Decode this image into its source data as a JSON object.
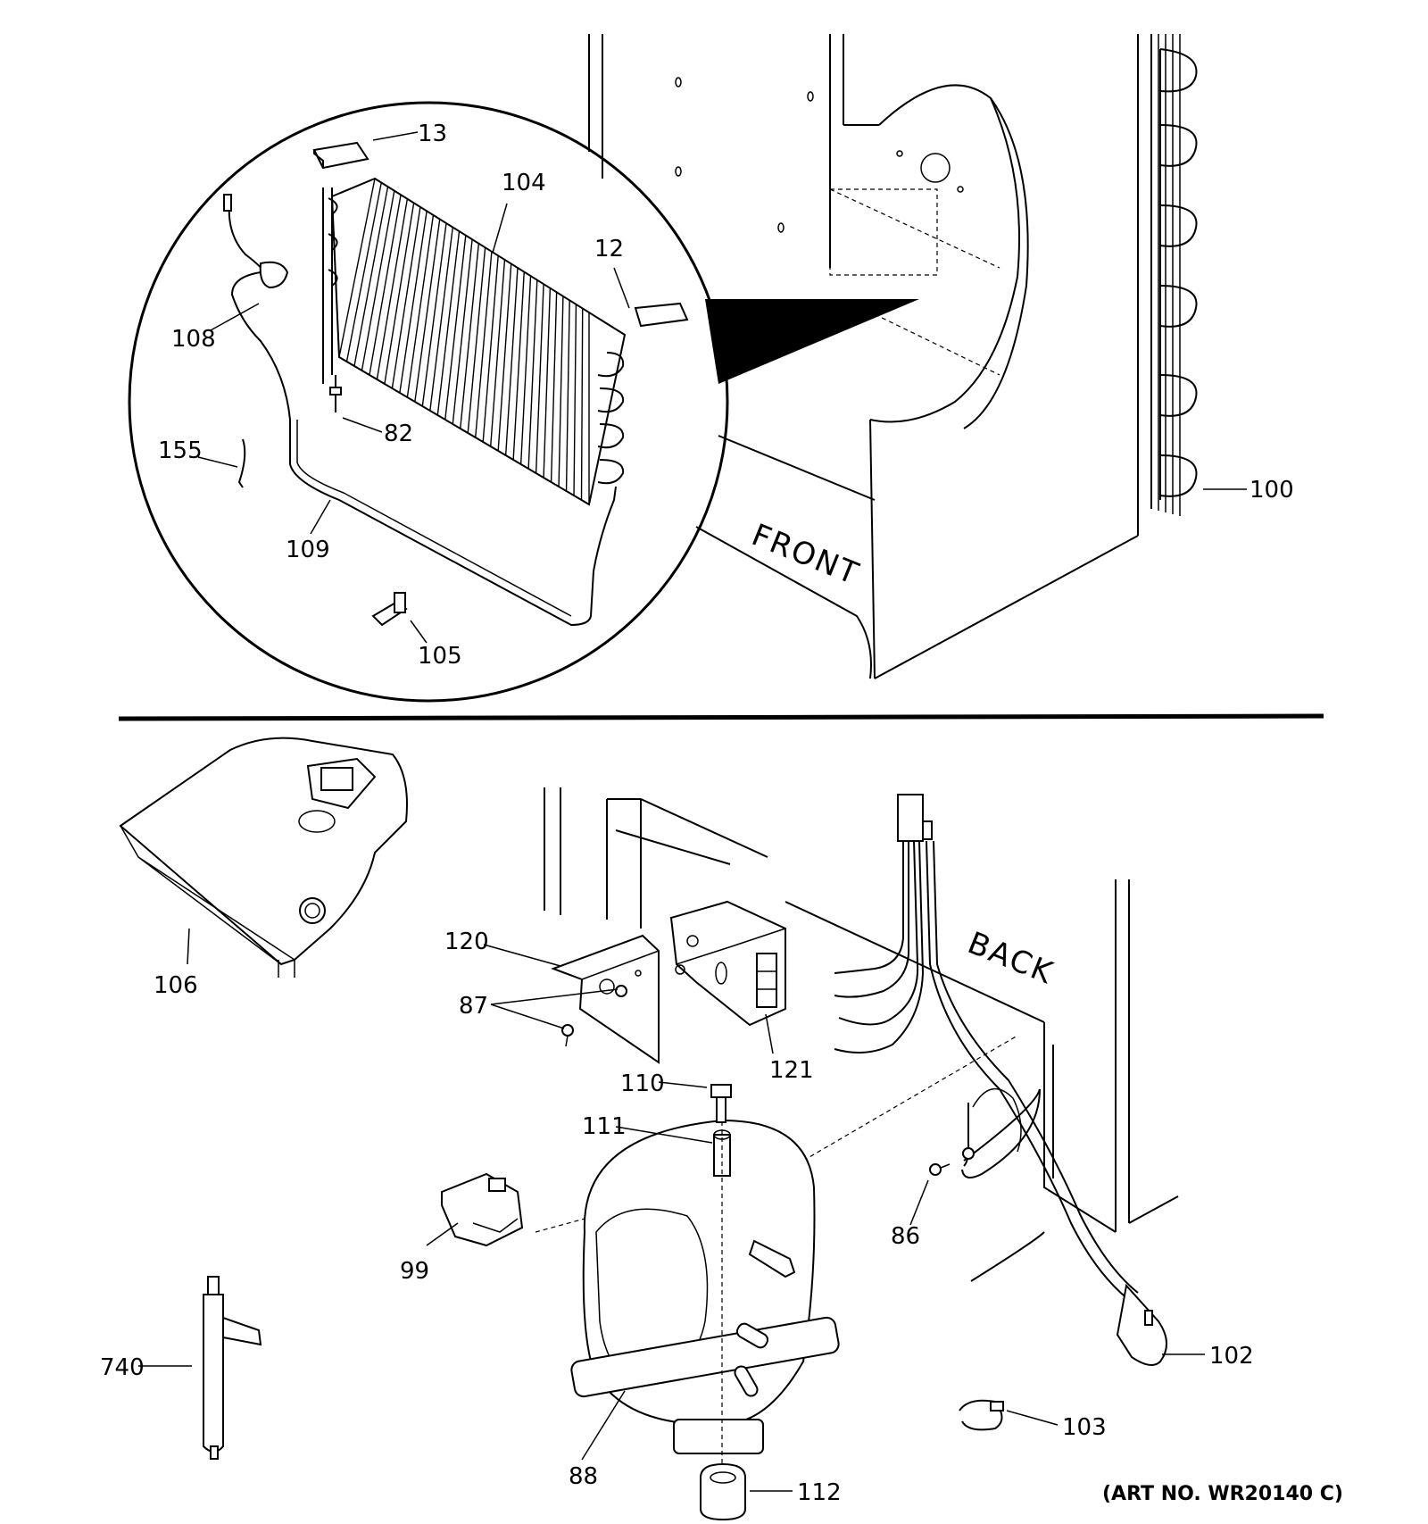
{
  "upper_view": {
    "orientation_label": "FRONT",
    "callouts": {
      "p13": "13",
      "p104": "104",
      "p12": "12",
      "p108": "108",
      "p82": "82",
      "p155": "155",
      "p109": "109",
      "p105": "105",
      "p100": "100"
    }
  },
  "lower_view": {
    "orientation_label": "BACK",
    "callouts": {
      "p106": "106",
      "p120": "120",
      "p87": "87",
      "p121": "121",
      "p110": "110",
      "p111": "111",
      "p99": "99",
      "p86": "86",
      "p102": "102",
      "p103": "103",
      "p740": "740",
      "p88": "88",
      "p112": "112"
    }
  },
  "art_number": "(ART NO. WR20140 C)"
}
